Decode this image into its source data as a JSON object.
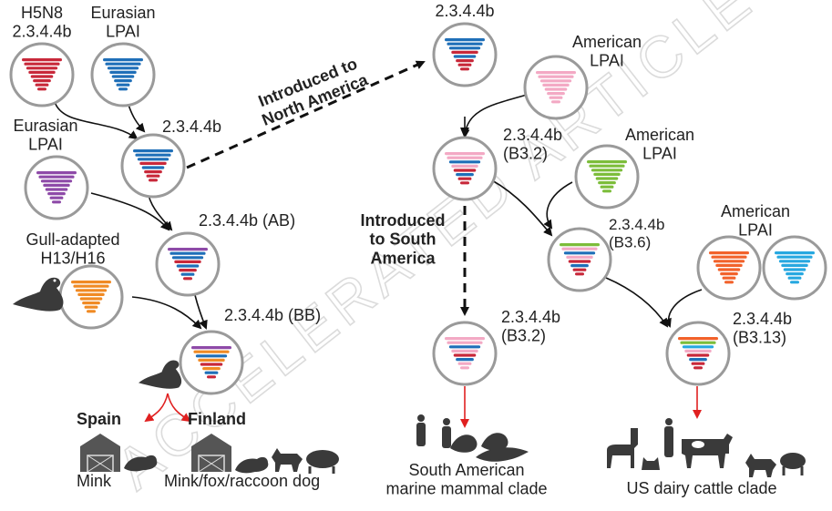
{
  "watermark": "ACCELERATED ARTICLE PREVIEW",
  "colors": {
    "red": "#c8283a",
    "blue": "#1f6fb8",
    "purple": "#8e4aa8",
    "orange": "#f08a24",
    "pink": "#f3a9c4",
    "green": "#7cbd3a",
    "orange2": "#f2622b",
    "cyan": "#27a8e0",
    "circle": "#9a9a9a",
    "arrow": "#111111",
    "spill": "#e02020"
  },
  "nodes": {
    "h5n8": "H5N8\n2.3.4.4b",
    "eurasian1": "Eurasian\nLPAI",
    "eurasian2": "Eurasian\nLPAI",
    "n2344b": "2.3.4.4b",
    "ab": "2.3.4.4b (AB)",
    "gull": "Gull-adapted\nH13/H16",
    "bb": "2.3.4.4b (BB)",
    "na_top": "2.3.4.4b",
    "amer1": "American\nLPAI",
    "b32": "2.3.4.4b\n(B3.2)",
    "amer2": "American\nLPAI",
    "b36": "2.3.4.4b\n(B3.6)",
    "amer3": "American\nLPAI",
    "b32_2": "2.3.4.4b\n(B3.2)",
    "b313": "2.3.4.4b\n(B3.13)"
  },
  "transitions": {
    "na": "Introduced to\nNorth America",
    "sa": "Introduced\nto South\nAmerica"
  },
  "outcomes": {
    "spain": "Spain",
    "finland": "Finland",
    "mink": "Mink",
    "mink_fox": "Mink/fox/raccoon dog",
    "sa_clade": "South American\nmarine mammal clade",
    "us_clade": "US dairy cattle clade"
  }
}
